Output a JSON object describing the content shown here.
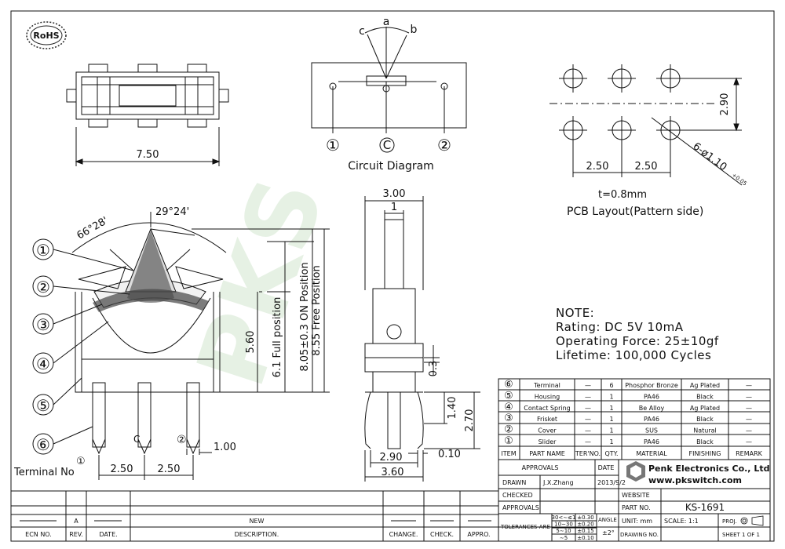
{
  "rohs": "RoHS",
  "circuit": {
    "a": "a",
    "b": "b",
    "c": "c",
    "t1": "①",
    "tc": "C",
    "t2": "②",
    "title": "Circuit Diagram"
  },
  "top_view": {
    "width": "7.50"
  },
  "pcb": {
    "h": "2.90",
    "s1": "2.50",
    "s2": "2.50",
    "hole": "6-ø1.10",
    "tol": "+0.05",
    "thick": "t=0.8mm",
    "caption": "PCB Layout(Pattern side)"
  },
  "side_dims": {
    "top_w": "3.00",
    "tip_w": "1",
    "d03": "0.3",
    "d140": "1.40",
    "d270": "2.70",
    "bot1": "2.90",
    "bot2": "3.60",
    "d010": "0.10"
  },
  "front_dims": {
    "a1": "66°28'",
    "a2": "29°24'",
    "full": "6.1 Full position",
    "on": "8.05±0.3 ON Position",
    "free": "8.55 Free Position",
    "d560": "5.60",
    "d100": "1.00",
    "p1": "2.50",
    "p2": "2.50",
    "terminal": "Terminal No",
    "tno": "①",
    "c": "C",
    "n2": "②"
  },
  "callouts": [
    "①",
    "②",
    "③",
    "④",
    "⑤",
    "⑥"
  ],
  "note": {
    "title": "NOTE:",
    "l1": "Rating:   DC   5V  10mA",
    "l2": "Operating Force: 25±10gf",
    "l3": "Lifetime:   100,000 Cycles"
  },
  "bom": {
    "rows": [
      {
        "item": "⑥",
        "part": "Terminal",
        "ter": "—",
        "qty": "6",
        "mat": "Phosphor Bronze",
        "fin": "Ag Plated",
        "rem": "—"
      },
      {
        "item": "⑤",
        "part": "Housing",
        "ter": "—",
        "qty": "1",
        "mat": "PA46",
        "fin": "Black",
        "rem": "—"
      },
      {
        "item": "④",
        "part": "Contact Spring",
        "ter": "—",
        "qty": "1",
        "mat": "Be Alloy",
        "fin": "Ag Plated",
        "rem": "—"
      },
      {
        "item": "③",
        "part": "Frisket",
        "ter": "—",
        "qty": "1",
        "mat": "PA46",
        "fin": "Black",
        "rem": "—"
      },
      {
        "item": "②",
        "part": "Cover",
        "ter": "—",
        "qty": "1",
        "mat": "SUS",
        "fin": "Natural",
        "rem": "—"
      },
      {
        "item": "①",
        "part": "Slider",
        "ter": "—",
        "qty": "1",
        "mat": "PA46",
        "fin": "Black",
        "rem": "—"
      }
    ],
    "head": {
      "item": "ITEM",
      "part": "PART NAME",
      "ter": "TER'NO.",
      "qty": "QTY.",
      "mat": "MATERIAL",
      "fin": "FINISHING",
      "rem": "REMARK"
    }
  },
  "title_block": {
    "approvals": "APPROVALS",
    "date": "DATE",
    "drawn": "DRAWN",
    "drawn_by": "J.X.Zhang",
    "drawn_date": "2013/9/2",
    "checked": "CHECKED",
    "approvals2": "APPROVALS",
    "company": "Penk Electronics Co., Ltd",
    "url": "www.pkswitch.com",
    "website": "WEBSITE",
    "partno_label": "PART NO.",
    "partno": "KS-1691",
    "unit": "UNIT: mm",
    "scale": "SCALE:  1:1",
    "proj": "PROJ.",
    "tol": "TOLERANCES ARE",
    "angle": "ANGLE",
    "angle_v": "±2°",
    "drawing_no": "DRAWING NO.",
    "sheet": "SHEET  1  OF  1",
    "tol_rows": [
      [
        "30<∼≤1",
        "±0.30"
      ],
      [
        "10∼30",
        "±0.20"
      ],
      [
        "5∼10",
        "±0.15"
      ],
      [
        "∼5",
        "±0.10"
      ]
    ]
  },
  "revision": {
    "a": "A",
    "new": "NEW",
    "ecn": "ECN NO.",
    "rev": "REV.",
    "date": "DATE.",
    "desc": "DESCRIPTION.",
    "change": "CHANGE.",
    "check": "CHECK.",
    "appro": "APPRO."
  }
}
